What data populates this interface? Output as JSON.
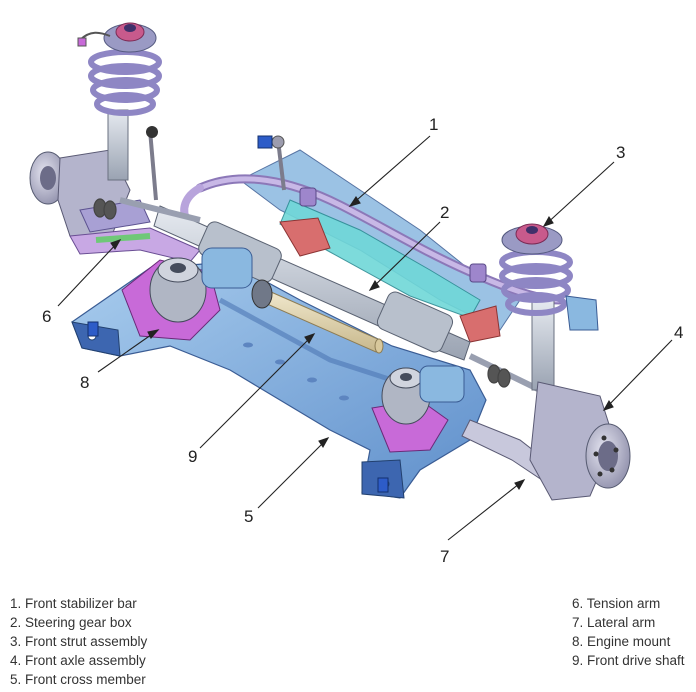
{
  "callouts": [
    "1",
    "2",
    "3",
    "4",
    "5",
    "6",
    "7",
    "8",
    "9"
  ],
  "legend_left": [
    "1. Front stabilizer bar",
    "2. Steering gear box",
    "3. Front strut assembly",
    "4. Front axle assembly",
    "5. Front cross member"
  ],
  "legend_right": [
    "6. Tension arm",
    "7. Lateral arm",
    "8. Engine mount",
    "9. Front drive shaft"
  ],
  "colors": {
    "crossmember": "#8ab8e0",
    "crossmember_dark": "#3d66b0",
    "stabilizer": "#b8a4dc",
    "engine_mount": "#c86ad8",
    "steering_rack": "#c4ccd8",
    "drive_shaft": "#e4d8b0",
    "spring": "#a8a0d4",
    "knuckle": "#b4b4cc",
    "cyan_part": "#6fd8d8",
    "bracket_red": "#d86e6e",
    "mount_blue": "#2d5cc8"
  }
}
